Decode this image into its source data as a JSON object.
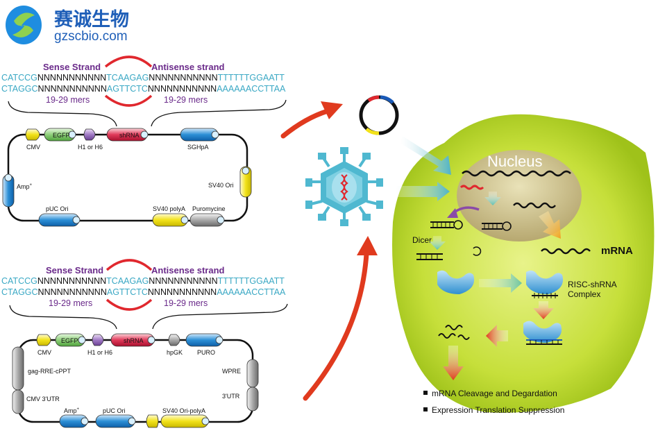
{
  "logo": {
    "cn": "赛诚生物",
    "url": "gzscbio.com"
  },
  "top": {
    "sense_label": "Sense Strand",
    "antisense_label": "Antisense strand",
    "seq1": {
      "left": "CATCCG",
      "n1": "NNNNNNNNNNN",
      "loop": "TCAAGAG",
      "n2": "NNNNNNNNNNN",
      "right": "TTTTTTGGAATT"
    },
    "seq2": {
      "left": "CTAGGC",
      "n1": "NNNNNNNNNNN",
      "loop": "AGTTCTC",
      "n2": "NNNNNNNNNNN",
      "right": "AAAAAACCTTAA"
    },
    "mers_left": "19-29 mers",
    "mers_right": "19-29 mers"
  },
  "plasmid": {
    "cmv": "CMV",
    "egfp": "EGFP",
    "h1": "H1 or H6",
    "shrna": "shRNA",
    "sghpa": "SGHpA",
    "amp": "Amp",
    "amp_sup": "+",
    "sv40ori": "SV40 Ori",
    "puc": "pUC Ori",
    "sv40polya": "SV40 polyA",
    "puromycine": "Puromycine"
  },
  "bottom": {
    "sense_label": "Sense Strand",
    "antisense_label": "Antisense strand",
    "seq1": {
      "left": "CATCCG",
      "n1": "NNNNNNNNNNN",
      "loop": "TCAAGAG",
      "n2": "NNNNNNNNNNN",
      "right": "TTTTTTGGAATT"
    },
    "seq2": {
      "left": "CTAGGC",
      "n1": "NNNNNNNNNNN",
      "loop": "AGTTCTC",
      "n2": "NNNNNNNNNNN",
      "right": "AAAAAACCTTAA"
    },
    "mers_left": "19-29 mers",
    "mers_right": "19-29 mers"
  },
  "lenti": {
    "cmv": "CMV",
    "egfp": "EGFP",
    "h1": "H1 or H6",
    "shrna": "shRNA",
    "hpgk": "hpGK",
    "puro": "PURO",
    "gag": "gag-RRE-cPPT",
    "cmv3utr": "CMV 3'UTR",
    "wpre": "WPRE",
    "utr3": "3'UTR",
    "amp": "Amp",
    "amp_sup": "+",
    "puc": "pUC Ori",
    "sv40": "SV40 Ori-polyA"
  },
  "cell": {
    "nucleus": "Nucleus",
    "dicer": "Dicer",
    "mrna": "mRNA",
    "risc1": "RISC-shRNA",
    "risc2": "Complex",
    "result1": "mRNA Cleavage and Degardation",
    "result2": "Expression Translation Suppression"
  },
  "colors": {
    "cyan_seq": "#3aa8c4",
    "purple": "#6a2a8a",
    "red_arrow": "#e03a1e",
    "cell_green": "#b8d82a",
    "nucleus": "#c9be8a",
    "shield": "#4fa8d8"
  }
}
